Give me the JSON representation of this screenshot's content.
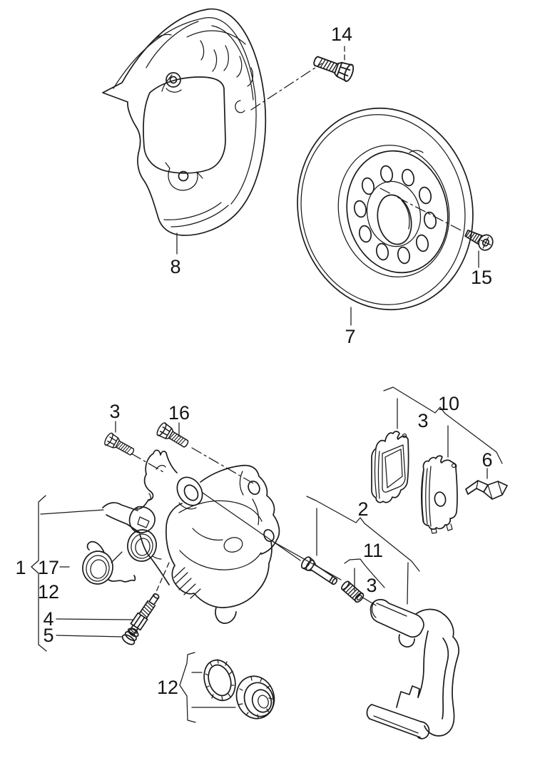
{
  "colors": {
    "background": "#ffffff",
    "line": "#1b1b1b"
  },
  "callouts": {
    "c1": "1",
    "c2": "2",
    "c3_caliper_bolt": "3",
    "c3_pad": "3",
    "c3_sleeve": "3",
    "c4": "4",
    "c5": "5",
    "c6": "6",
    "c7": "7",
    "c8": "8",
    "c10": "10",
    "c11": "11",
    "c12_kit": "12",
    "c12_seal": "12",
    "c14": "14",
    "c15": "15",
    "c16": "16",
    "c17": "17"
  }
}
